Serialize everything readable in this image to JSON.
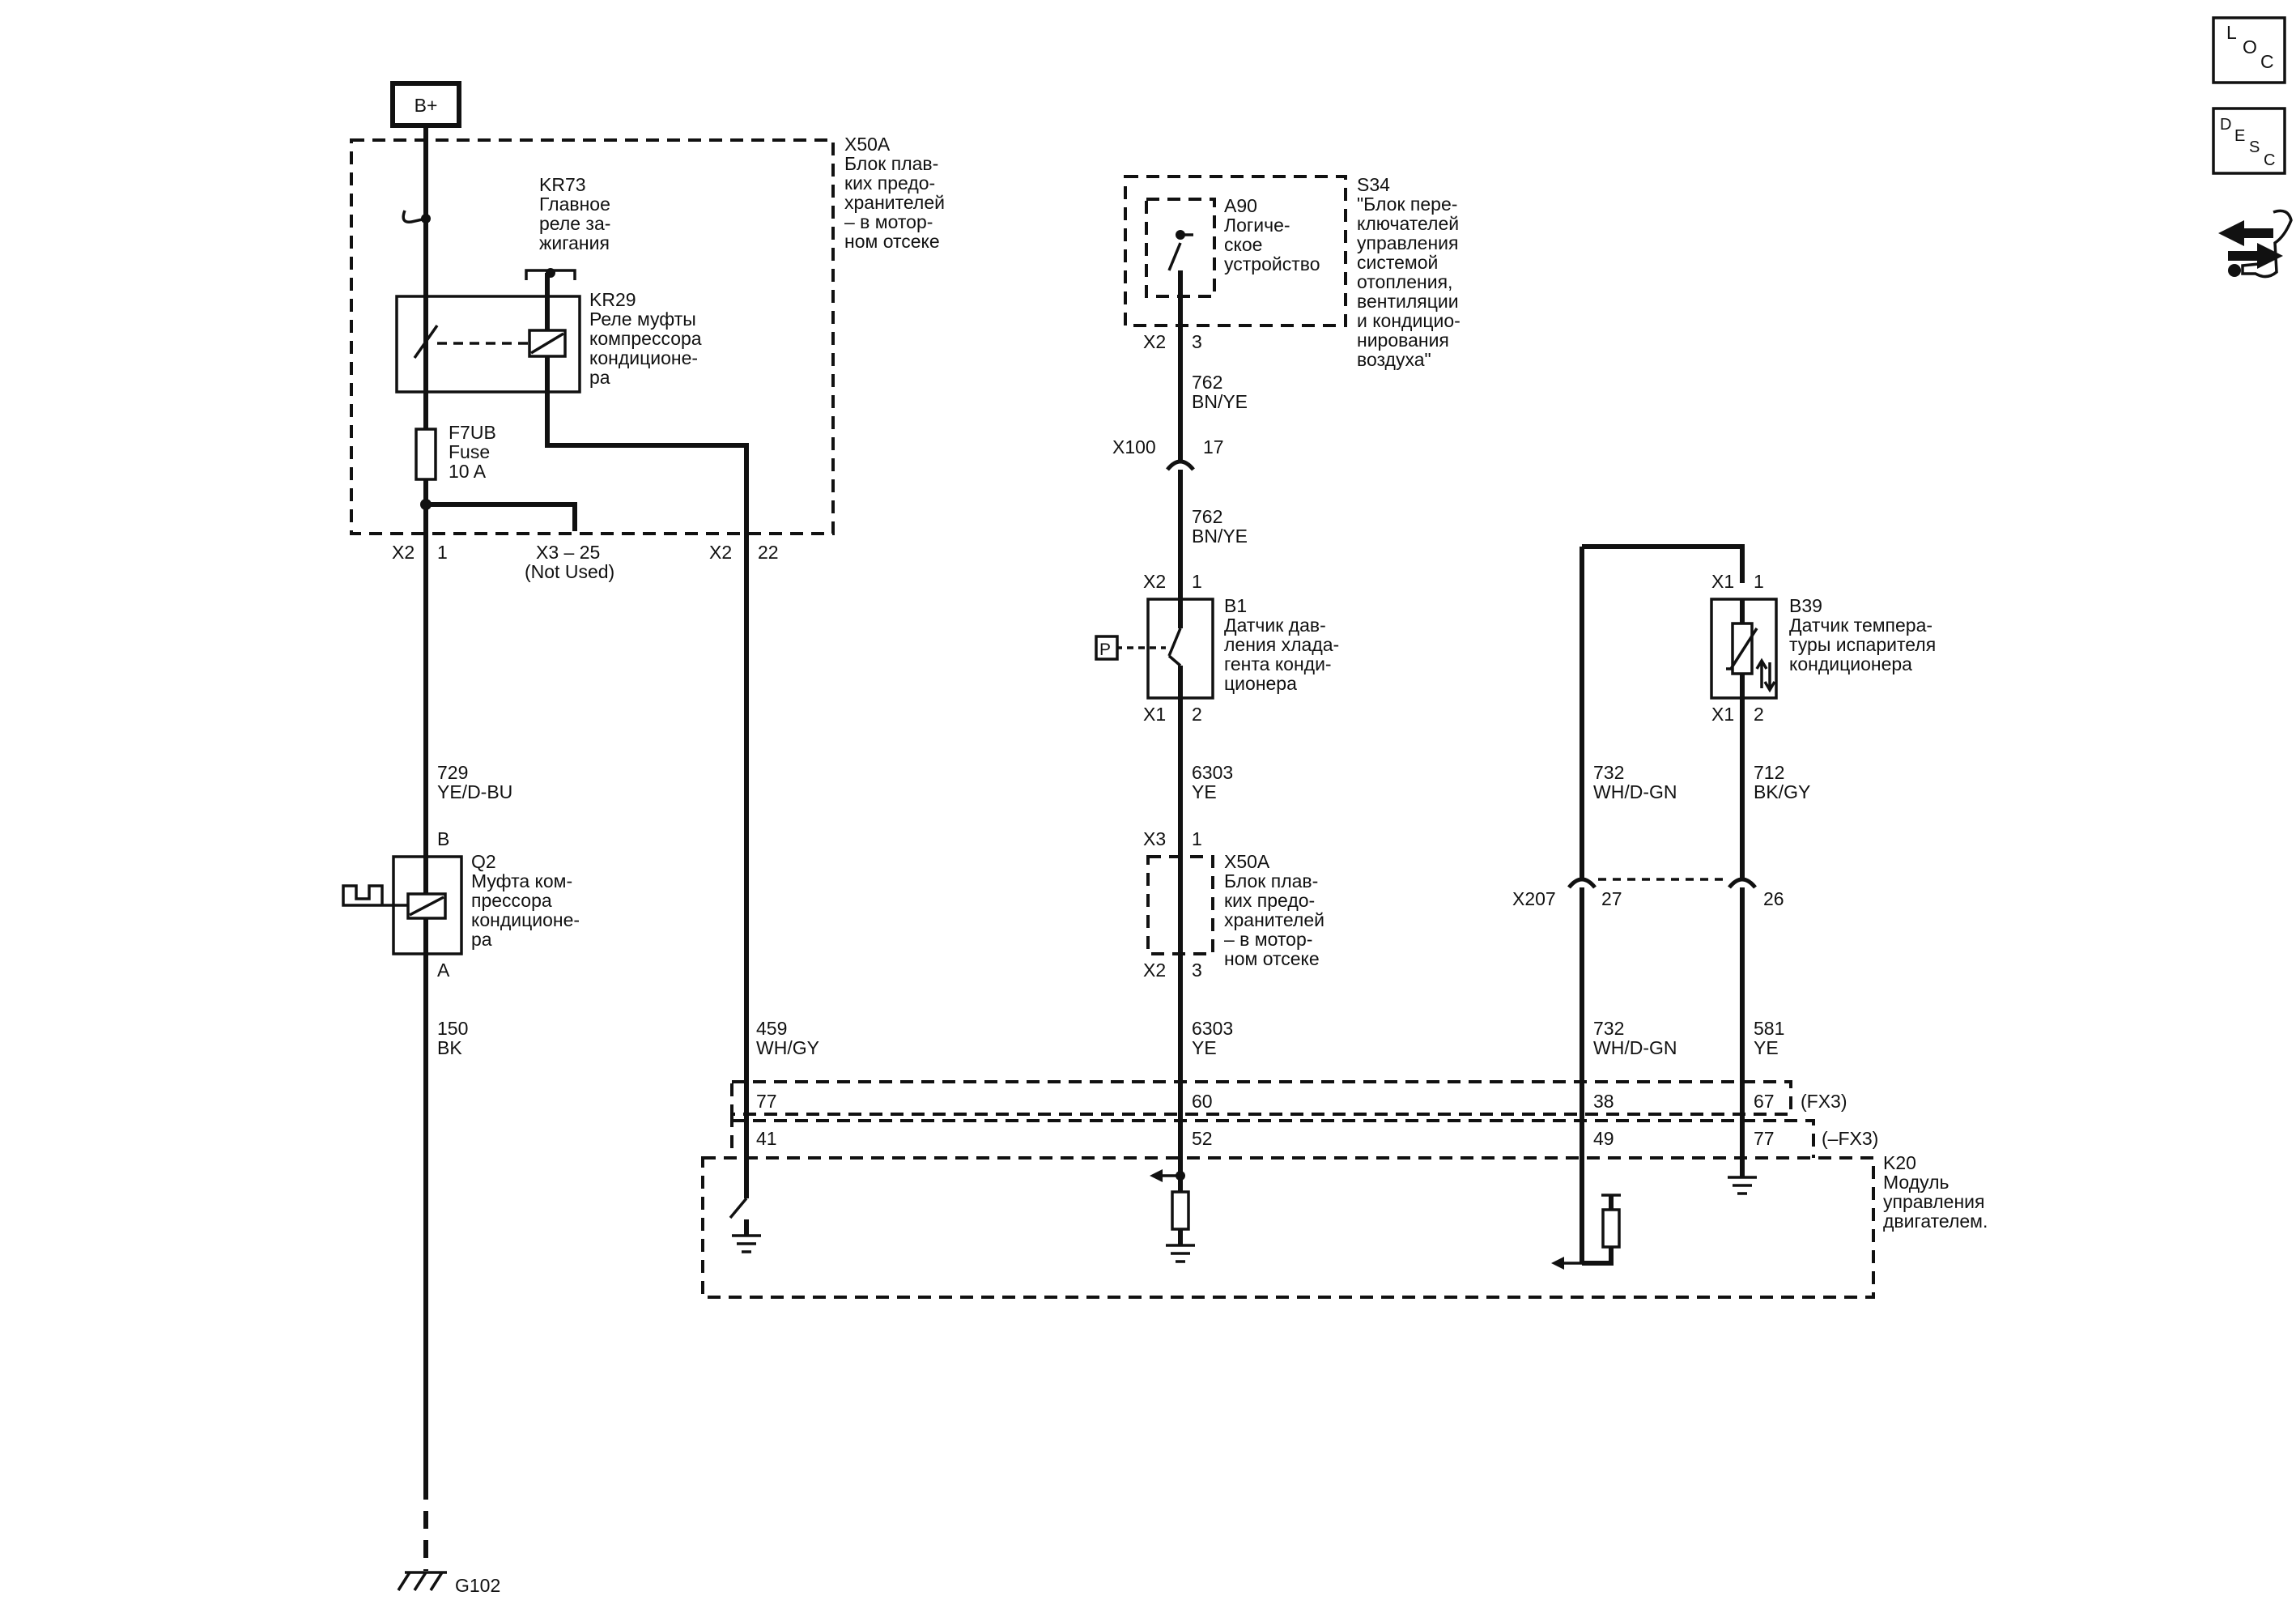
{
  "power": "B+",
  "ground": "G102",
  "nav_icons": {
    "loc": {
      "l1": "L",
      "l2": "O",
      "l3": "C"
    },
    "desc": {
      "l1": "D",
      "l2": "E",
      "l3": "S",
      "l4": "C"
    },
    "tools_icon": "arrows-wrench-icon"
  },
  "x50a_top": {
    "id": "X50A",
    "lines": [
      "Блок плав-",
      "ких предо-",
      "хранителей",
      "– в мотор-",
      "ном отсеке"
    ]
  },
  "kr73": {
    "id": "KR73",
    "lines": [
      "Главное",
      "реле за-",
      "жигания"
    ]
  },
  "kr29": {
    "id": "KR29",
    "lines": [
      "Реле муфты",
      "компрессора",
      "кондиционе-",
      "ра"
    ]
  },
  "f7ub": {
    "id": "F7UB",
    "l1": "Fuse",
    "l2": "10 A"
  },
  "conn_left": {
    "c1": "X2",
    "p1": "1",
    "x3": "X3 – 25",
    "not_used": "(Not Used)",
    "c2": "X2",
    "p2": "22"
  },
  "wire_729": {
    "num": "729",
    "color": "YE/D-BU"
  },
  "q2": {
    "id": "Q2",
    "lines": [
      "Муфта ком-",
      "прессора",
      "кондиционе-",
      "ра"
    ],
    "pin_b": "B",
    "pin_a": "A"
  },
  "wire_150": {
    "num": "150",
    "color": "BK"
  },
  "wire_459": {
    "num": "459",
    "color": "WH/GY"
  },
  "s34": {
    "id": "S34",
    "lines": [
      "\"Блок пере-",
      "ключателей",
      "управления",
      "системой",
      "отопления,",
      "вентиляции",
      "и кондицио-",
      "нирования",
      "воздуха\""
    ]
  },
  "a90": {
    "id": "A90",
    "lines": [
      "Логиче-",
      "ское",
      "устройство"
    ]
  },
  "s34_conn": {
    "c": "X2",
    "p": "3"
  },
  "wire_762a": {
    "num": "762",
    "color": "BN/YE"
  },
  "x100": {
    "c": "X100",
    "p": "17"
  },
  "wire_762b": {
    "num": "762",
    "color": "BN/YE"
  },
  "b1": {
    "id": "B1",
    "lines": [
      "Датчик дав-",
      "ления хлада-",
      "гента конди-",
      "ционера"
    ],
    "c_top": "X2",
    "p_top": "1",
    "c_bot": "X1",
    "p_bot": "2",
    "p_label": "P"
  },
  "wire_6303a": {
    "num": "6303",
    "color": "YE"
  },
  "x50a_mid": {
    "id": "X50A",
    "lines": [
      "Блок плав-",
      "ких предо-",
      "хранителей",
      "– в мотор-",
      "ном отсеке"
    ],
    "c_top": "X3",
    "p_top": "1",
    "c_bot": "X2",
    "p_bot": "3"
  },
  "wire_6303b": {
    "num": "6303",
    "color": "YE"
  },
  "b39": {
    "id": "B39",
    "lines": [
      "Датчик темпера-",
      "туры испарителя",
      "кондиционера"
    ],
    "c_top": "X1",
    "p_top": "1",
    "c_bot": "X1",
    "p_bot": "2"
  },
  "wire_732a": {
    "num": "732",
    "color": "WH/D-GN"
  },
  "wire_712": {
    "num": "712",
    "color": "BK/GY"
  },
  "x207": {
    "c": "X207",
    "p1": "27",
    "p2": "26"
  },
  "wire_732b": {
    "num": "732",
    "color": "WH/D-GN"
  },
  "wire_581": {
    "num": "581",
    "color": "YE"
  },
  "fx3_row": {
    "p1": "77",
    "p2": "60",
    "p3": "38",
    "p4": "67",
    "label": "(FX3)"
  },
  "nfx3_row": {
    "p1": "41",
    "p2": "52",
    "p3": "49",
    "p4": "77",
    "label": "(–FX3)"
  },
  "k20": {
    "id": "K20",
    "lines": [
      "Модуль",
      "управления",
      "двигателем."
    ]
  }
}
